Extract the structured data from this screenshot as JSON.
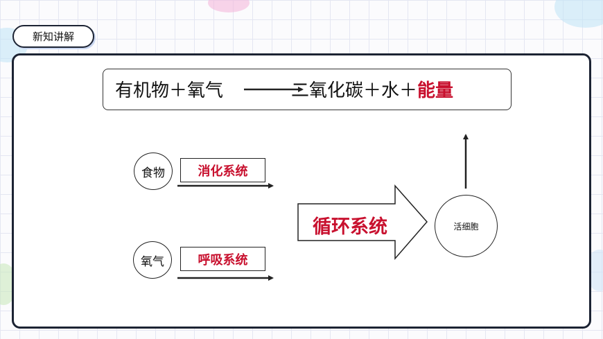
{
  "header": {
    "tag_label": "新知讲解"
  },
  "equation": {
    "left": "有机物＋氧气",
    "right_prefix": "二氧化碳＋水＋",
    "right_highlight": "能量"
  },
  "diagram": {
    "food": "食物",
    "digestive": "消化系统",
    "oxygen": "氧气",
    "respiratory": "呼吸系统",
    "circulatory": "循环系统",
    "cell": "活细胞"
  },
  "colors": {
    "highlight": "#c8102e",
    "frame": "#1c2333"
  }
}
